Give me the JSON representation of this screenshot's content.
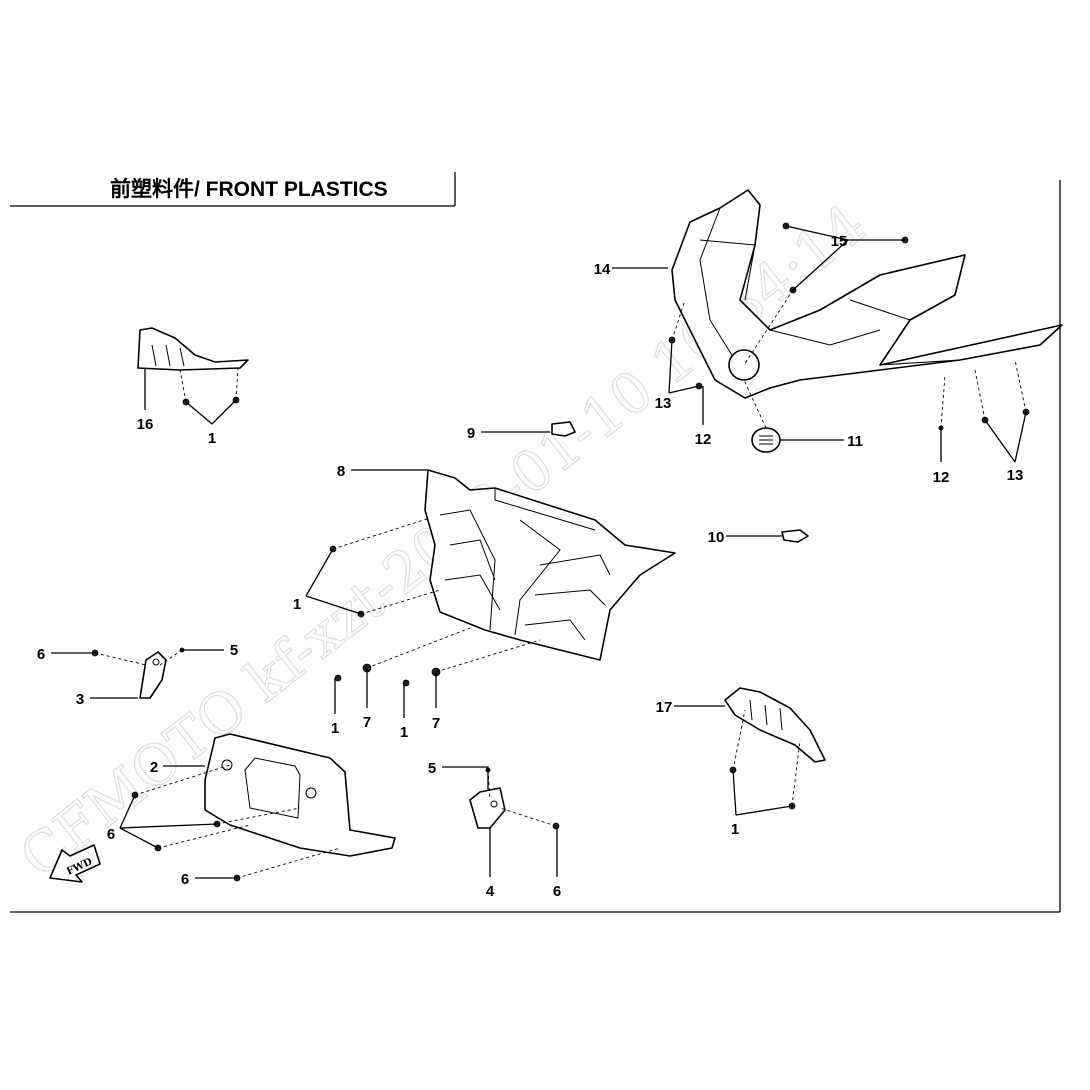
{
  "title": "前塑料件/ FRONT PLASTICS",
  "watermark": "CFMOTO  kf-xzt-2022-01-10 10:34:14",
  "fwd_label": "FWD",
  "callouts": {
    "c14": "14",
    "c15": "15",
    "c13a": "13",
    "c12a": "12",
    "c11": "11",
    "c12b": "12",
    "c13b": "13",
    "c16": "16",
    "c1a": "1",
    "c9": "9",
    "c8": "8",
    "c10": "10",
    "c1b": "1",
    "c6a": "6",
    "c5a": "5",
    "c3": "3",
    "c1c": "1",
    "c7a": "7",
    "c1d": "1",
    "c7b": "7",
    "c17": "17",
    "c2": "2",
    "c6b": "6",
    "c6c": "6",
    "c5b": "5",
    "c4": "4",
    "c6d": "6",
    "c1e": "1"
  }
}
